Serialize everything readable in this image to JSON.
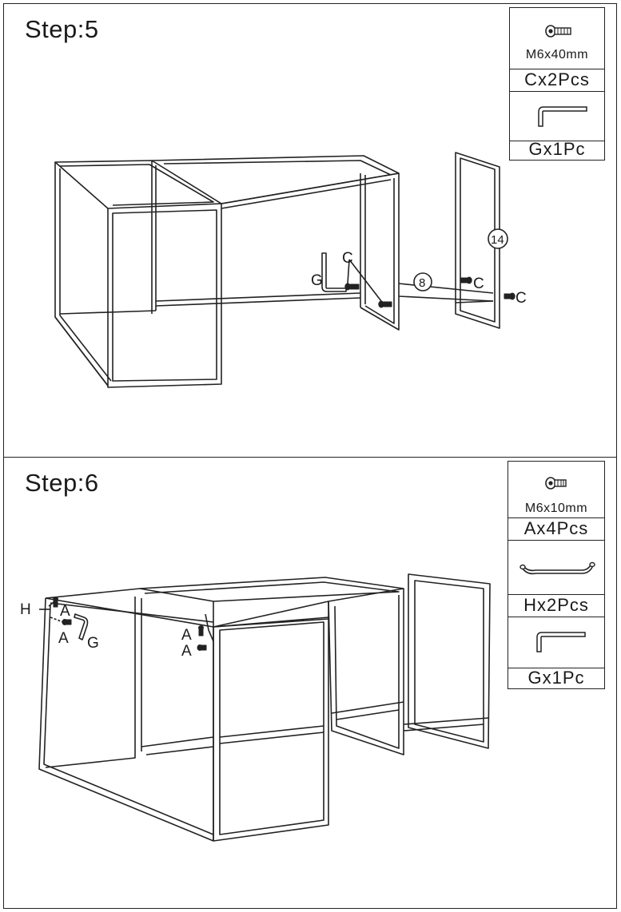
{
  "step5": {
    "title": "Step:5",
    "parts": {
      "screw_size": "M6x40mm",
      "screw_qty": "Cx2Pcs",
      "wrench_qty": "Gx1Pc"
    },
    "callouts": {
      "g": "G",
      "c": "C",
      "part_8": "8",
      "part_14": "14"
    }
  },
  "step6": {
    "title": "Step:6",
    "parts": {
      "screw_size": "M6x10mm",
      "screw_qty": "Ax4Pcs",
      "tool_h_qty": "Hx2Pcs",
      "wrench_qty": "Gx1Pc"
    },
    "callouts": {
      "h": "H",
      "a": "A",
      "g": "G"
    }
  },
  "icons": {
    "screw": "screw-icon",
    "allen_key": "allen-key-icon",
    "hook_tool": "hook-tool-icon"
  }
}
